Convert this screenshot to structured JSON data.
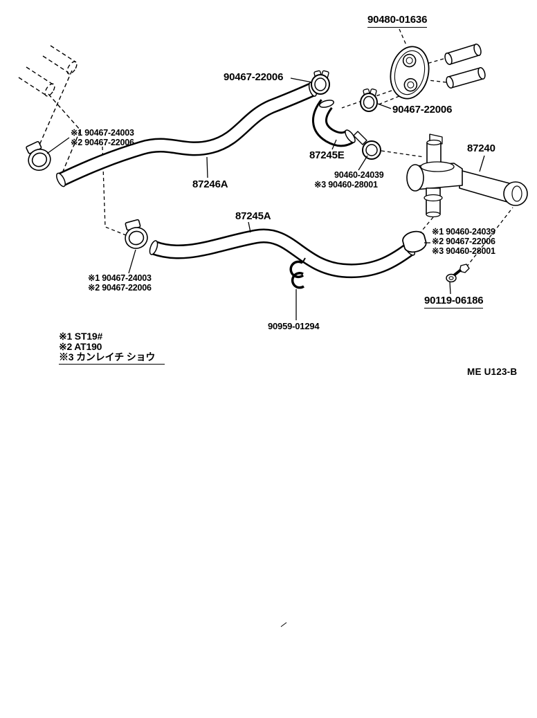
{
  "diagram": {
    "parts": {
      "grommet": "90480-01636",
      "upper_clamp": "90467-22006",
      "elbow_clamp": "90467-22006",
      "upper_hose": "87246A",
      "elbow_hose": "87245E",
      "valve": "87240",
      "lower_hose": "87245A",
      "bolt": "90119-06186",
      "clip": "90959-01294"
    },
    "notes": {
      "upper_left_clamp": [
        "※1 90467-24003",
        "※2 90467-22006"
      ],
      "valve_inlet_clamp": [
        "90460-24039",
        "※3 90460-28001"
      ],
      "valve_outlet_clamp": [
        "※1 90460-24039",
        "※2 90467-22006",
        "※3 90460-28001"
      ],
      "lower_left_clamp": [
        "※1 90467-24003",
        "※2 90467-22006"
      ]
    },
    "legend": [
      "※1 ST19#",
      "※2 AT190",
      "※3 カンレイチ ショウ"
    ],
    "figure_code": "ME U123-B"
  }
}
